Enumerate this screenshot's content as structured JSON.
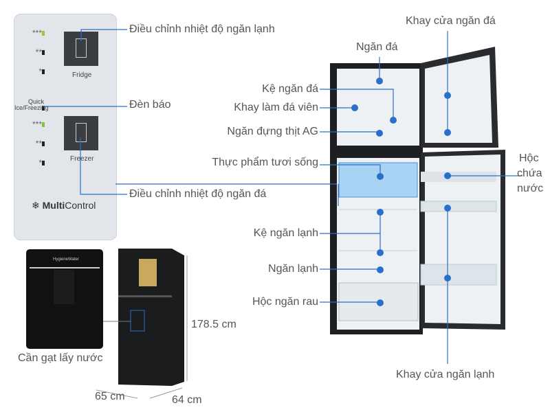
{
  "panel": {
    "fridge_label": "Fridge",
    "freezer_label": "Freezer",
    "quick_label_1": "Quick",
    "quick_label_2": "Ice/Freezing",
    "levels": [
      "***",
      "**",
      "*"
    ],
    "brand_bold": "Multi",
    "brand_rest": "Control"
  },
  "dispenser_brand": "HygieneWater",
  "labels": {
    "fridge_temp": "Điều chỉnh nhiệt độ ngăn lạnh",
    "indicator": "Đèn báo",
    "freezer_temp": "Điều chỉnh nhiệt độ ngăn đá",
    "freezer": "Ngăn đá",
    "freezer_shelf": "Kệ ngăn đá",
    "ice_tray": "Khay làm đá viên",
    "ag_meat": "Ngăn đựng thịt AG",
    "fresh_food": "Thực phẩm tươi sống",
    "fridge_shelf": "Kệ ngăn lạnh",
    "fridge": "Ngăn lạnh",
    "veg_drawer": "Hộc ngăn rau",
    "freezer_door_tray": "Khay cửa ngăn đá",
    "water_tank_1": "Hộc",
    "water_tank_2": "chứa",
    "water_tank_3": "nước",
    "fridge_door_tray": "Khay cửa ngăn lạnh",
    "water_lever": "Cần gạt lấy nước"
  },
  "dimensions": {
    "height": "178.5 cm",
    "width": "65 cm",
    "depth": "64 cm"
  },
  "colors": {
    "accent": "#2a6fc9",
    "body": "#1e1f22",
    "interior": "#eef1f4"
  }
}
